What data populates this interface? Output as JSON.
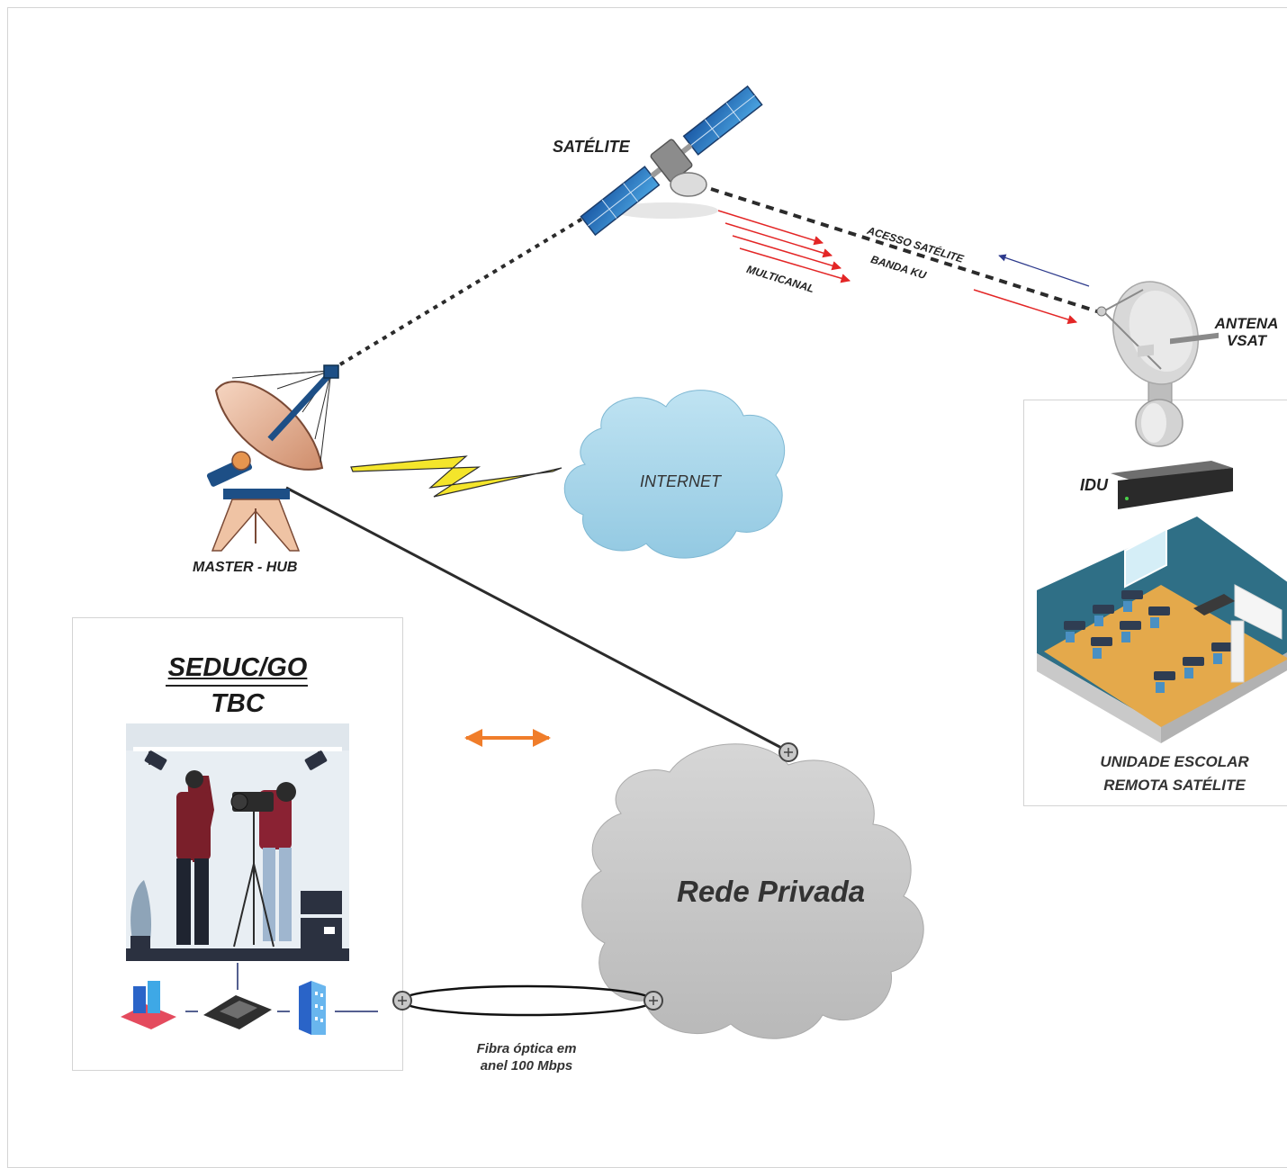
{
  "labels": {
    "satellite": "SATÉLITE",
    "satellite_access": "ACESSO SATÉLITE",
    "ku_band": "BANDA KU",
    "multichannel": "MULTICANAL",
    "vsat_antenna": [
      "ANTENA",
      "VSAT"
    ],
    "idu": "IDU",
    "internet": "INTERNET",
    "master_hub": "MASTER - HUB",
    "seduc": "SEDUC/GO",
    "tbc": "TBC",
    "private_network": "Rede Privada",
    "school_unit": [
      "UNIDADE ESCOLAR",
      "REMOTA SATÉLITE"
    ],
    "fiber": [
      "Fibra óptica em",
      "anel 100 Mbps"
    ]
  },
  "icons": {
    "satellite": "satellite-icon",
    "hub_dish": "satellite-dish-icon",
    "vsat_dish": "vsat-antenna-icon",
    "idu": "idu-rack-icon",
    "internet_cloud": "cloud-icon",
    "private_cloud": "cloud-icon",
    "studio": "tv-studio-illustration",
    "classroom": "classroom-illustration",
    "router": "router-icon",
    "lightning": "lightning-icon"
  },
  "colors": {
    "dashed_link": "#2b2b2b",
    "downlink_arrows": "#e32626",
    "uplink_arrow": "#2d3a8c",
    "bidirectional_arrow": "#f07d2a",
    "internet_cloud": "#a9d6ea",
    "private_cloud": "#c9c9c9",
    "lightning": "#f4e52b"
  }
}
